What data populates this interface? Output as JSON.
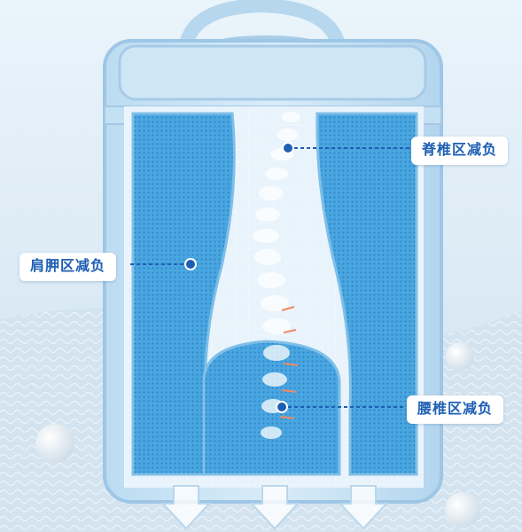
{
  "callouts": {
    "spine": "脊椎区减负",
    "shoulder": "肩胛区减负",
    "lumbar": "腰椎区减负"
  },
  "colors": {
    "accent": "#1d5fb4",
    "panel": "#4aa3dc",
    "frame": "#a8cde9"
  }
}
